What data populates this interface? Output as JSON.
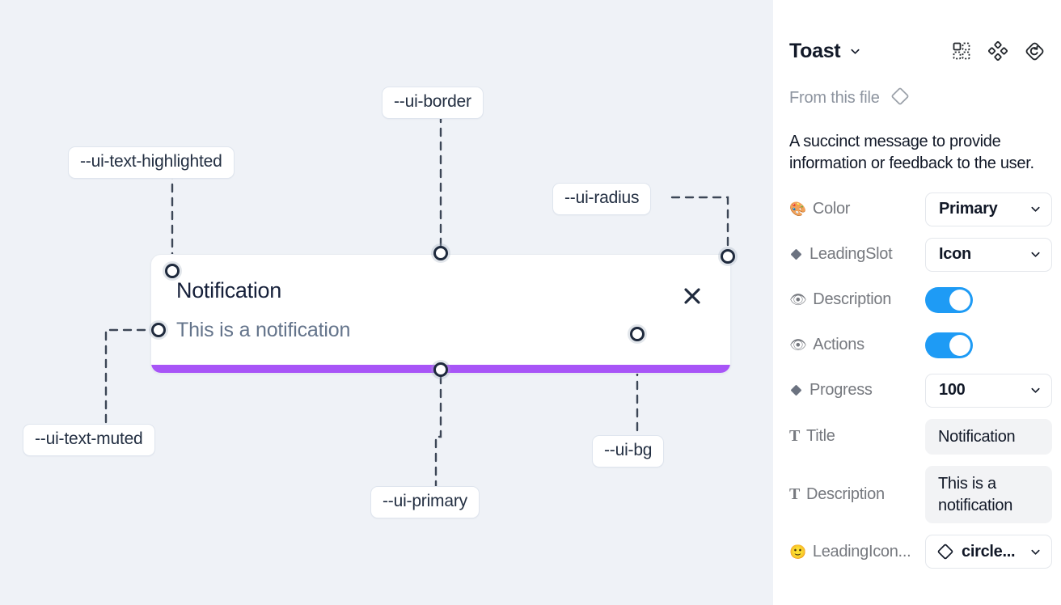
{
  "canvas": {
    "background_color": "#eff2f7",
    "tokens": [
      {
        "id": "ui-border",
        "label": "--ui-border"
      },
      {
        "id": "ui-text-highlighted",
        "label": "--ui-text-highlighted"
      },
      {
        "id": "ui-radius",
        "label": "--ui-radius"
      },
      {
        "id": "ui-text-muted",
        "label": "--ui-text-muted"
      },
      {
        "id": "ui-bg",
        "label": "--ui-bg"
      },
      {
        "id": "ui-primary",
        "label": "--ui-primary"
      }
    ],
    "toast": {
      "title": "Notification",
      "description": "This is a notification",
      "close_icon": "close-icon",
      "progress_color": "#a855f7",
      "progress_percent": 100,
      "background_color": "#ffffff"
    }
  },
  "panel": {
    "title": "Toast",
    "title_caret_icon": "chevron-down-icon",
    "tools": [
      {
        "id": "component-icon",
        "name": "component-grid-icon"
      },
      {
        "id": "variants-icon",
        "name": "variants-diamond-icon"
      },
      {
        "id": "reset-icon",
        "name": "reset-diamond-icon"
      }
    ],
    "from_file_label": "From this file",
    "from_file_icon": "diamond-icon",
    "description": "A succinct message to provide information or feedback to the user.",
    "properties": [
      {
        "id": "color",
        "label": "Color",
        "icon": "palette-icon",
        "icon_glyph": "🎨",
        "control": "select",
        "value": "Primary"
      },
      {
        "id": "leading-slot",
        "label": "LeadingSlot",
        "icon": "filled-diamond-icon",
        "control": "select",
        "value": "Icon"
      },
      {
        "id": "description-toggle",
        "label": "Description",
        "icon": "eye-icon",
        "icon_glyph": "👁",
        "control": "toggle",
        "value": "on"
      },
      {
        "id": "actions-toggle",
        "label": "Actions",
        "icon": "eye-icon",
        "icon_glyph": "👁",
        "control": "toggle",
        "value": "on"
      },
      {
        "id": "progress",
        "label": "Progress",
        "icon": "filled-diamond-icon",
        "control": "select",
        "value": "100"
      },
      {
        "id": "title",
        "label": "Title",
        "icon": "text-type-icon",
        "icon_glyph": "T",
        "control": "field",
        "value": "Notification"
      },
      {
        "id": "description-field",
        "label": "Description",
        "icon": "text-type-icon",
        "icon_glyph": "T",
        "control": "field",
        "value": "This is a notification"
      },
      {
        "id": "leading-icon",
        "label": "LeadingIcon...",
        "icon": "smiley-icon",
        "icon_glyph": "🙂",
        "control": "select-icon",
        "value": "circle..."
      }
    ],
    "toggle_on_color": "#1e9bf5"
  }
}
